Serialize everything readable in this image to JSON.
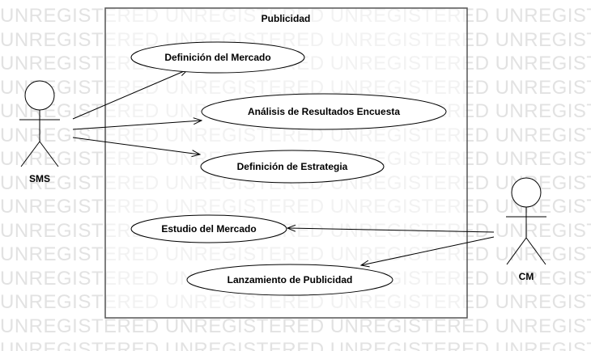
{
  "watermark": {
    "text": "UNREGISTERED"
  },
  "system": {
    "title": "Publicidad"
  },
  "actors": {
    "sms": {
      "name": "SMS"
    },
    "cm": {
      "name": "CM"
    }
  },
  "use_cases": [
    {
      "label": "Definición del Mercado"
    },
    {
      "label": "Análisis de Resultados Encuesta"
    },
    {
      "label": "Definición de Estrategia"
    },
    {
      "label": "Estudio del Mercado"
    },
    {
      "label": "Lanzamiento de Publicidad"
    }
  ]
}
